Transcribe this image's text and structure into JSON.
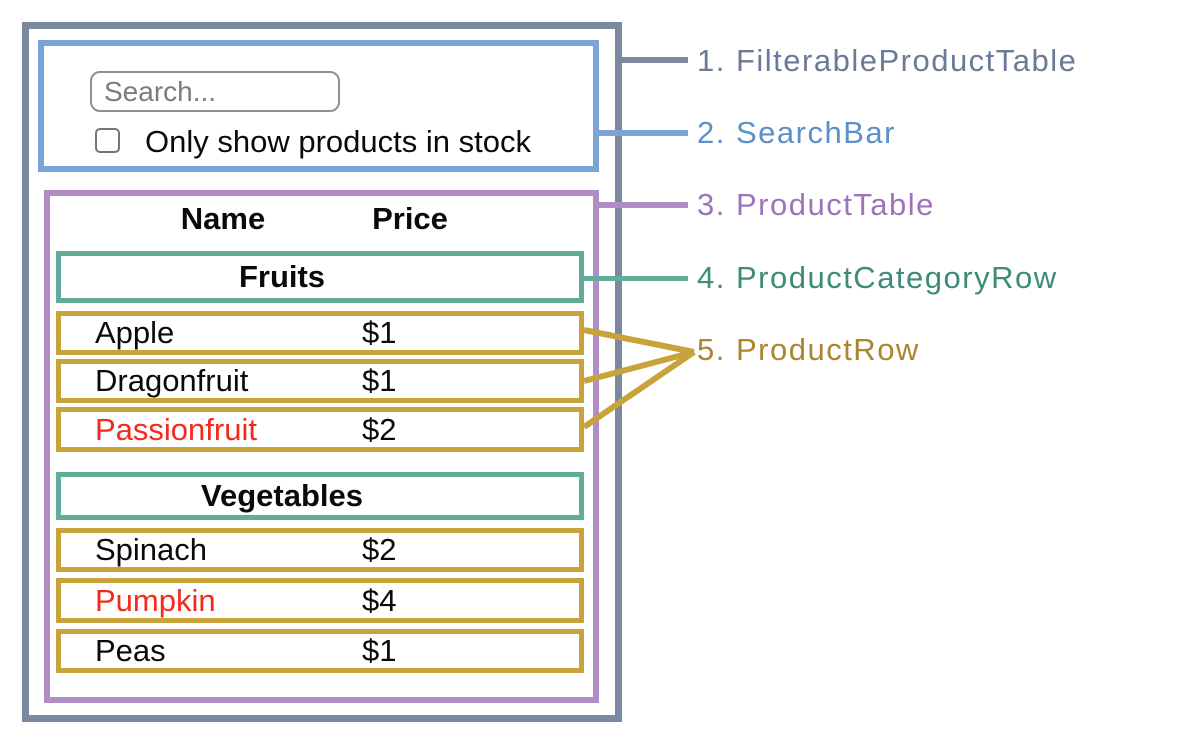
{
  "search_bar": {
    "input_placeholder": "Search...",
    "input_value": "",
    "checkbox_label": "Only show products in stock",
    "checkbox_checked": false
  },
  "table": {
    "columns": {
      "name": "Name",
      "price": "Price"
    },
    "categories": [
      {
        "name": "Fruits",
        "rows": [
          {
            "name": "Apple",
            "price": "$1",
            "in_stock": true
          },
          {
            "name": "Dragonfruit",
            "price": "$1",
            "in_stock": true
          },
          {
            "name": "Passionfruit",
            "price": "$2",
            "in_stock": false
          }
        ]
      },
      {
        "name": "Vegetables",
        "rows": [
          {
            "name": "Spinach",
            "price": "$2",
            "in_stock": true
          },
          {
            "name": "Pumpkin",
            "price": "$4",
            "in_stock": false
          },
          {
            "name": "Peas",
            "price": "$1",
            "in_stock": true
          }
        ]
      }
    ]
  },
  "annotations": [
    {
      "text": "1. FilterableProductTable",
      "color": "#6b7a96"
    },
    {
      "text": "2. SearchBar",
      "color": "#5d90c9"
    },
    {
      "text": "3. ProductTable",
      "color": "#9d74bb"
    },
    {
      "text": "4. ProductCategoryRow",
      "color": "#3e8b78"
    },
    {
      "text": "5. ProductRow",
      "color": "#a9862f"
    }
  ],
  "colors": {
    "filterable_product_table_border": "#7b89a0",
    "search_bar_border": "#7ba3d8",
    "product_table_border": "#b18dc7",
    "product_category_row_border": "#62ac9a",
    "product_row_border": "#c8a33c",
    "out_of_stock_text": "#f5291c"
  }
}
